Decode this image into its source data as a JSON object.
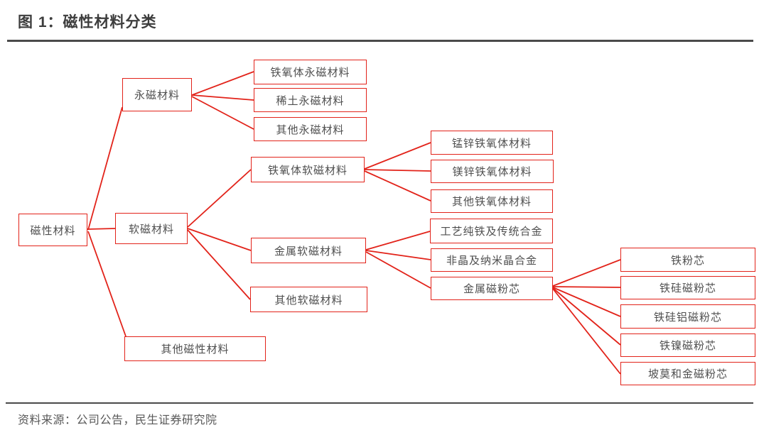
{
  "title": "图 1：磁性材料分类",
  "source": "资料来源：公司公告，民生证券研究院",
  "colors": {
    "accent_red": "#e2231a",
    "node_text": "#4f4f4f",
    "title_text": "#3d3d3d",
    "rule_gray": "#4a4a4a"
  },
  "tree": {
    "root": {
      "label": "磁性材料",
      "children": [
        {
          "label": "永磁材料",
          "children": [
            {
              "label": "铁氧体永磁材料"
            },
            {
              "label": "稀土永磁材料"
            },
            {
              "label": "其他永磁材料"
            }
          ]
        },
        {
          "label": "软磁材料",
          "children": [
            {
              "label": "铁氧体软磁材料",
              "children": [
                {
                  "label": "锰锌铁氧体材料"
                },
                {
                  "label": "镁锌铁氧体材料"
                },
                {
                  "label": "其他铁氧体材料"
                }
              ]
            },
            {
              "label": "金属软磁材料",
              "children": [
                {
                  "label": "工艺纯铁及传统合金"
                },
                {
                  "label": "非晶及纳米晶合金"
                },
                {
                  "label": "金属磁粉芯",
                  "children": [
                    {
                      "label": "铁粉芯"
                    },
                    {
                      "label": "铁硅磁粉芯"
                    },
                    {
                      "label": "铁硅铝磁粉芯"
                    },
                    {
                      "label": "铁镍磁粉芯"
                    },
                    {
                      "label": "坡莫和金磁粉芯"
                    }
                  ]
                }
              ]
            },
            {
              "label": "其他软磁材料"
            }
          ]
        },
        {
          "label": "其他磁性材料"
        }
      ]
    }
  }
}
